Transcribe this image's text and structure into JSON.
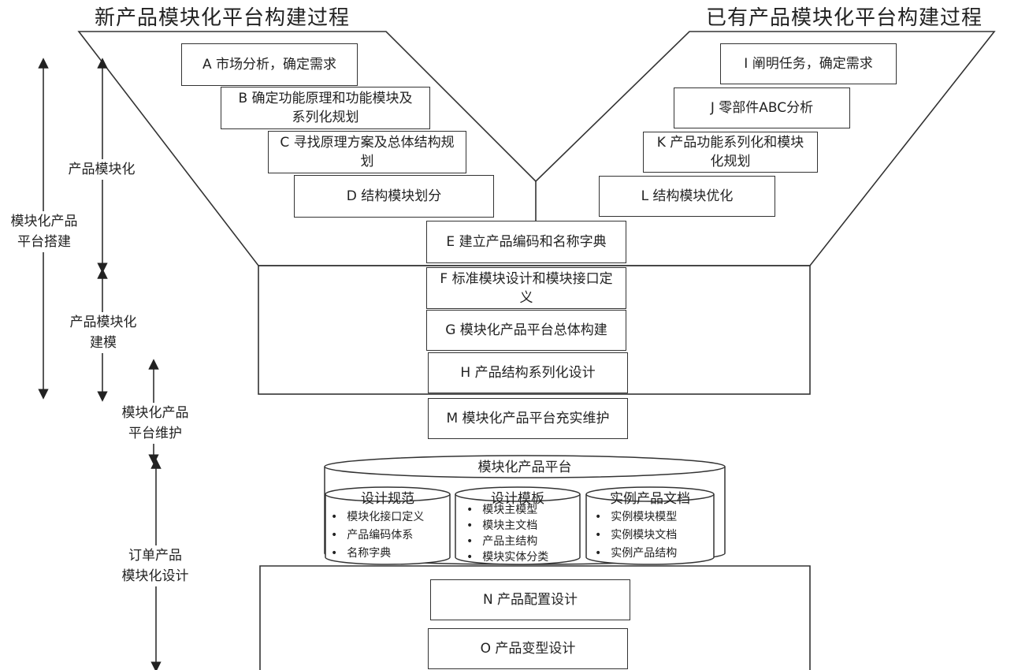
{
  "titles": {
    "new_process": "新产品模块化平台构建过程",
    "existing_process": "已有产品模块化平台构建过程"
  },
  "steps": {
    "A": "A  市场分析，确定需求",
    "B": "B  确定功能原理和功能模块及系列化规划",
    "C": "C  寻找原理方案及总体结构规划",
    "D": "D  结构模块划分",
    "E": "E  建立产品编码和名称字典",
    "F": "F 标准模块设计和模块接口定义",
    "G": "G 模块化产品平台总体构建",
    "H": "H 产品结构系列化设计",
    "I": "I  阐明任务，确定需求",
    "J": "J  零部件ABC分析",
    "K": "K  产品功能系列化和模块化规划",
    "L": "L  结构模块优化",
    "M": "M 模块化产品平台充实维护",
    "N": "N 产品配置设计",
    "O": "O 产品变型设计"
  },
  "side_labels": {
    "platform_build": "模块化产品\n平台搭建",
    "modularization": "产品模块化",
    "modeling": "产品模块化\n建模",
    "maintenance": "模块化产品\n平台维护",
    "order_design": "订单产品\n模块化设计"
  },
  "platform": {
    "title": "模块化产品平台",
    "cylinders": [
      {
        "title": "设计规范",
        "items": [
          "模块化接口定义",
          "产品编码体系",
          "名称字典"
        ]
      },
      {
        "title": "设计模板",
        "items": [
          "模块主模型",
          "模块主文档",
          "产品主结构",
          "模块实体分类"
        ]
      },
      {
        "title": "实例产品文档",
        "items": [
          "实例模块模型",
          "实例模块文档",
          "实例产品结构"
        ]
      }
    ]
  }
}
